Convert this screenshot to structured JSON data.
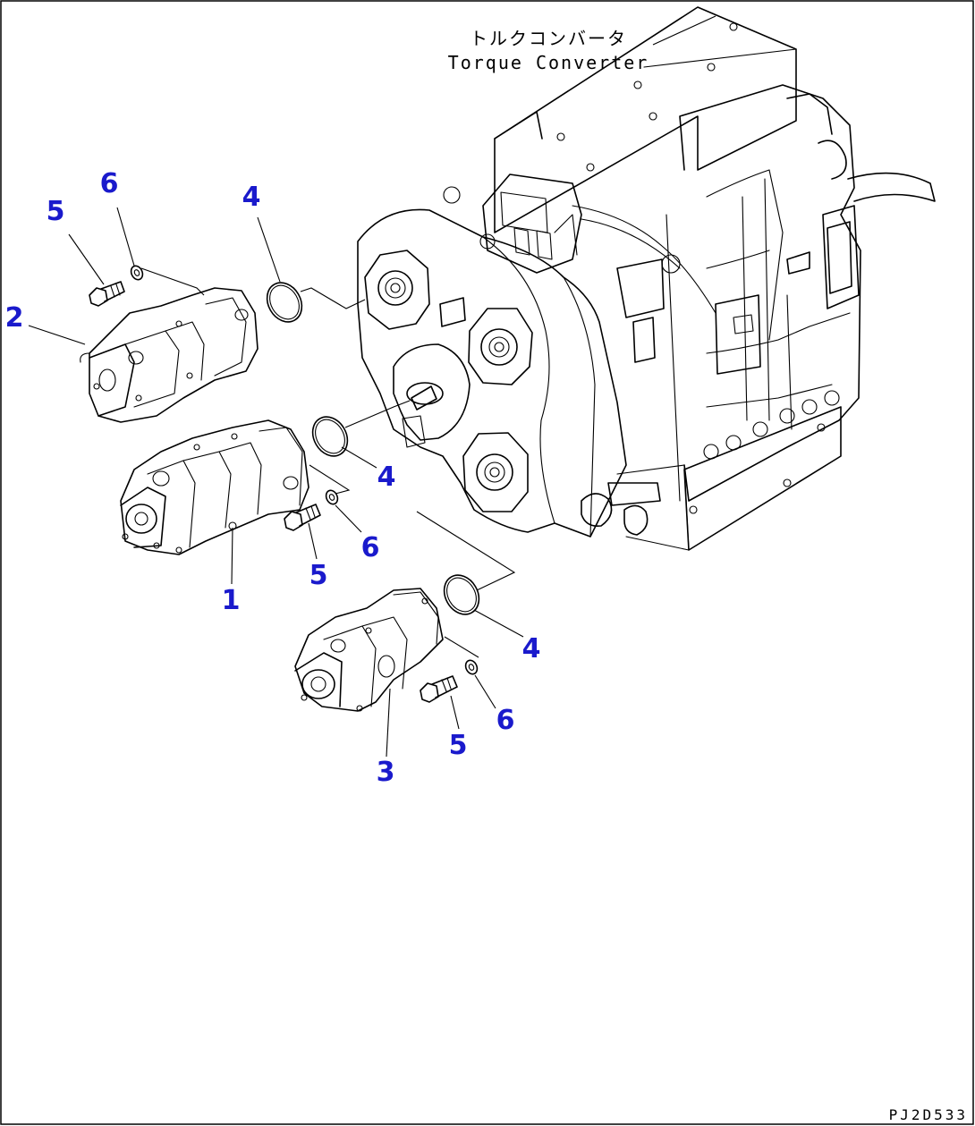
{
  "diagram": {
    "caption_jp": "トルクコンバータ",
    "caption_en": "Torque Converter",
    "drawing_code": "PJ2D533",
    "callouts": {
      "c1": "1",
      "c2": "2",
      "c3": "3",
      "c4a": "4",
      "c4b": "4",
      "c4c": "4",
      "c5a": "5",
      "c5b": "5",
      "c5c": "5",
      "c6a": "6",
      "c6b": "6",
      "c6c": "6"
    },
    "colors": {
      "callout": "#1a1acc",
      "line": "#000000",
      "background": "#ffffff"
    }
  }
}
